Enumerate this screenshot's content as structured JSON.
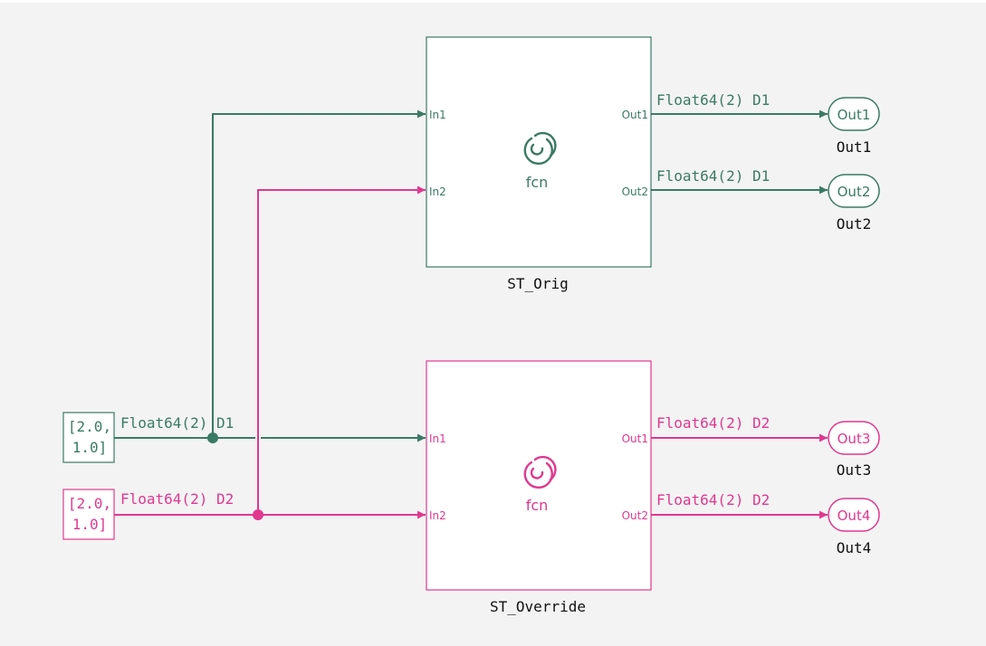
{
  "colors": {
    "green": "#3b7a65",
    "magenta": "#e0388f",
    "block_fill": "#ffffff",
    "background": "#f3f3f3"
  },
  "subsystems": [
    {
      "name": "ST_Orig",
      "icon": "matlab-function-icon",
      "body_label": "fcn",
      "in_ports": [
        "In1",
        "In2"
      ],
      "out_ports": [
        "Out1",
        "Out2"
      ],
      "out_signal_labels": [
        "Float64(2) D1",
        "Float64(2) D1"
      ]
    },
    {
      "name": "ST_Override",
      "icon": "matlab-function-icon",
      "body_label": "fcn",
      "in_ports": [
        "In1",
        "In2"
      ],
      "out_ports": [
        "Out1",
        "Out2"
      ],
      "out_signal_labels": [
        "Float64(2) D2",
        "Float64(2) D2"
      ]
    }
  ],
  "constants": [
    {
      "line1": "[2.0,",
      "line2": "1.0]",
      "signal_label": "Float64(2) D1"
    },
    {
      "line1": "[2.0,",
      "line2": "1.0]",
      "signal_label": "Float64(2) D2"
    }
  ],
  "outports": [
    {
      "inner": "Out1",
      "caption": "Out1"
    },
    {
      "inner": "Out2",
      "caption": "Out2"
    },
    {
      "inner": "Out3",
      "caption": "Out3"
    },
    {
      "inner": "Out4",
      "caption": "Out4"
    }
  ]
}
